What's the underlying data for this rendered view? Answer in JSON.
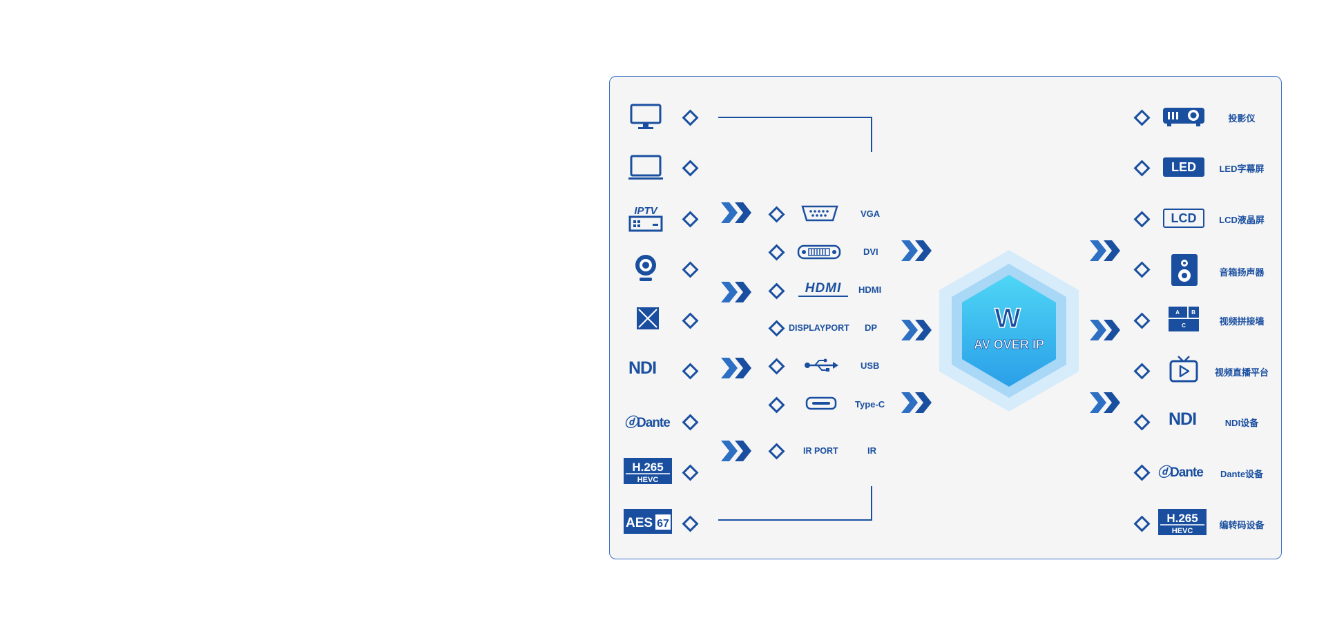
{
  "colors": {
    "accent": "#1a4fa0",
    "panel_bg": "#f5f5f5",
    "border": "#3a6fc4",
    "hex_core": "#3ec3f3"
  },
  "left_sources": [
    {
      "icon": "monitor-icon"
    },
    {
      "icon": "laptop-icon"
    },
    {
      "icon": "iptv-box-icon",
      "text": "IPTV"
    },
    {
      "icon": "webcam-icon"
    },
    {
      "icon": "crossed-box-icon"
    },
    {
      "icon": "ndi-logo",
      "text": "NDI"
    },
    {
      "icon": "dante-logo",
      "text": "Dante"
    },
    {
      "icon": "h265-hevc-logo",
      "text": "H.265",
      "text2": "HEVC"
    },
    {
      "icon": "aes67-logo",
      "text": "AES",
      "text2": "67"
    }
  ],
  "interfaces": [
    {
      "icon": "vga-port-icon",
      "label": "VGA"
    },
    {
      "icon": "dvi-port-icon",
      "label": "DVI"
    },
    {
      "icon": "hdmi-logo",
      "icon_text": "HDMI",
      "label": "HDMI"
    },
    {
      "icon_text": "DISPLAYPORT",
      "label": "DP"
    },
    {
      "icon": "usb-icon",
      "label": "USB"
    },
    {
      "icon": "type-c-port-icon",
      "label": "Type-C"
    },
    {
      "icon_text": "IR PORT",
      "label": "IR"
    }
  ],
  "center": {
    "logo_letter": "W",
    "title": "AV OVER IP"
  },
  "outputs": [
    {
      "icon": "projector-icon",
      "label": "投影仪"
    },
    {
      "icon": "led-badge",
      "icon_text": "LED",
      "label": "LED字幕屏"
    },
    {
      "icon": "lcd-badge",
      "icon_text": "LCD",
      "label": "LCD液晶屏"
    },
    {
      "icon": "speaker-icon",
      "label": "音箱扬声器"
    },
    {
      "icon": "video-wall-icon",
      "cells": [
        "A",
        "B",
        "C"
      ],
      "label": "视频拼接墙"
    },
    {
      "icon": "live-stream-tv-icon",
      "label": "视频直播平台"
    },
    {
      "icon": "ndi-logo",
      "icon_text": "NDI",
      "label": "NDI设备"
    },
    {
      "icon": "dante-logo",
      "icon_text": "Dante",
      "label": "Dante设备"
    },
    {
      "icon": "h265-hevc-logo",
      "icon_text": "H.265",
      "icon_text2": "HEVC",
      "label": "编转码设备"
    }
  ]
}
